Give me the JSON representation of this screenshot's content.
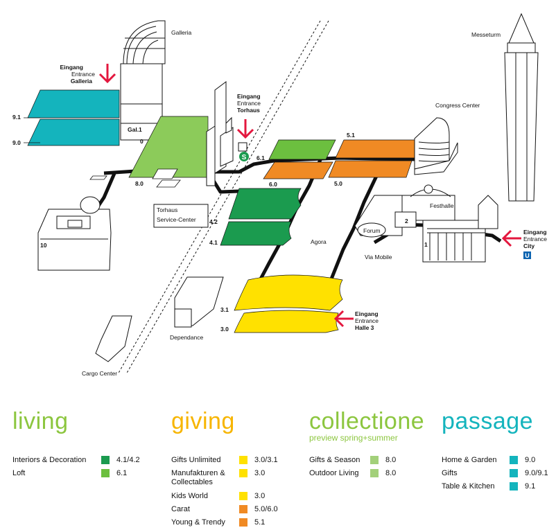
{
  "map": {
    "colors": {
      "dark_green": "#1b9b4f",
      "light_green": "#8ccb5a",
      "lime": "#6cbf3f",
      "orange": "#f08a24",
      "yellow": "#ffe100",
      "teal": "#14b4bd",
      "red": "#e3173e",
      "path": "#111111"
    },
    "labels": {
      "galleria": "Galleria",
      "eingang_galleria": [
        "Eingang",
        "Entrance",
        "Galleria"
      ],
      "eingang_torhaus": [
        "Eingang",
        "Entrance",
        "Torhaus"
      ],
      "congress": "Congress Center",
      "messeturm": "Messeturm",
      "festhalle": "Festhalle",
      "forum": "Forum",
      "agora": "Agora",
      "via_mobile": "Via Mobile",
      "torhaus_service": [
        "Torhaus",
        "Service-Center"
      ],
      "dependance": "Dependance",
      "cargo": "Cargo Center",
      "eingang_city": [
        "Eingang",
        "Entrance",
        "City"
      ],
      "eingang_halle3": [
        "Eingang",
        "Entrance",
        "Halle 3"
      ],
      "s_bahn": "S",
      "u_bahn": "U"
    },
    "hall_numbers": {
      "h91": "9.1",
      "h90": "9.0",
      "gal1": "Gal.1",
      "zero": "0",
      "h80": "8.0",
      "h61": "6.1",
      "h60": "6.0",
      "h51": "5.1",
      "h50": "5.0",
      "h42": "4.2",
      "h41": "4.1",
      "h31": "3.1",
      "h30": "3.0",
      "h10": "10",
      "h1": "1",
      "h2": "2"
    }
  },
  "legend": {
    "living": {
      "title": "living",
      "color": "#8cc63f",
      "rows": [
        {
          "name": "Interiors & Decoration",
          "value": "4.1/4.2",
          "swatch": "#1b9b4f"
        },
        {
          "name": "Loft",
          "value": "6.1",
          "swatch": "#6cbf3f"
        }
      ]
    },
    "giving": {
      "title": "giving",
      "color": "#f7b500",
      "rows": [
        {
          "name": "Gifts Unlimited",
          "value": "3.0/3.1",
          "swatch": "#ffe100"
        },
        {
          "name": "Manufakturen &",
          "name2": "Collectables",
          "value": "3.0",
          "swatch": "#ffe100"
        },
        {
          "name": "Kids World",
          "value": "3.0",
          "swatch": "#ffe100"
        },
        {
          "name": "Carat",
          "value": "5.0/6.0",
          "swatch": "#f08a24"
        },
        {
          "name": "Young & Trendy",
          "value": "5.1",
          "swatch": "#f08a24"
        }
      ]
    },
    "collectione": {
      "title": "collectione",
      "subtitle": "preview spring+summer",
      "color": "#8cc63f",
      "rows": [
        {
          "name": "Gifts & Season",
          "value": "8.0",
          "swatch": "#a3d07a"
        },
        {
          "name": "Outdoor Living",
          "value": "8.0",
          "swatch": "#a3d07a"
        }
      ]
    },
    "passage": {
      "title": "passage",
      "color": "#14b4bd",
      "rows": [
        {
          "name": "Home & Garden",
          "value": "9.0",
          "swatch": "#14b4bd"
        },
        {
          "name": "Gifts",
          "value": "9.0/9.1",
          "swatch": "#14b4bd"
        },
        {
          "name": "Table & Kitchen",
          "value": "9.1",
          "swatch": "#14b4bd"
        }
      ]
    }
  }
}
